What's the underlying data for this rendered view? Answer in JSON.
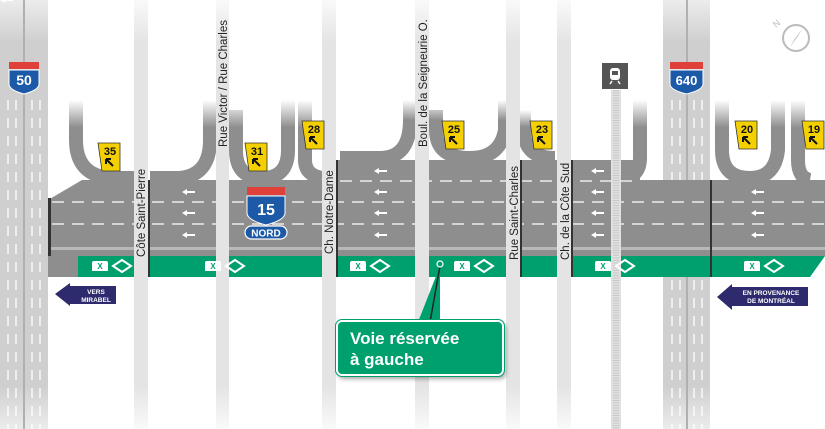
{
  "highways": {
    "left": {
      "number": "50"
    },
    "center": {
      "number": "15",
      "direction": "NORD"
    },
    "right": {
      "number": "640"
    }
  },
  "streets": [
    "Côte Saint-Pierre",
    "Rue Victor / Rue Charles",
    "Ch. Notre-Dame",
    "Boul. de la Seigneurie O.",
    "Rue Saint-Charles",
    "Ch. de la Côte Sud"
  ],
  "exits": [
    "35",
    "31",
    "28",
    "25",
    "23",
    "20",
    "19"
  ],
  "directions": {
    "left": [
      "VERS",
      "MIRABEL"
    ],
    "right": [
      "EN PROVENANCE",
      "DE MONTRÉAL"
    ]
  },
  "callout": {
    "line1": "Voie réservée",
    "line2": "à gauche"
  },
  "lane_marking": {
    "text": "X"
  },
  "icons": [
    "compass-north-icon",
    "train-station-icon",
    "left-arrow-icon",
    "diamond-icon",
    "bus-x-icon"
  ],
  "colors": {
    "road": "#8e8e8e",
    "reserved_lane": "#00a06e",
    "cross_street": "#e4e4e4",
    "exit_sign": "#f5d000",
    "shield_blue": "#1c5aa8",
    "shield_red": "#e0403a",
    "direction_sign": "#2d2a6e"
  }
}
